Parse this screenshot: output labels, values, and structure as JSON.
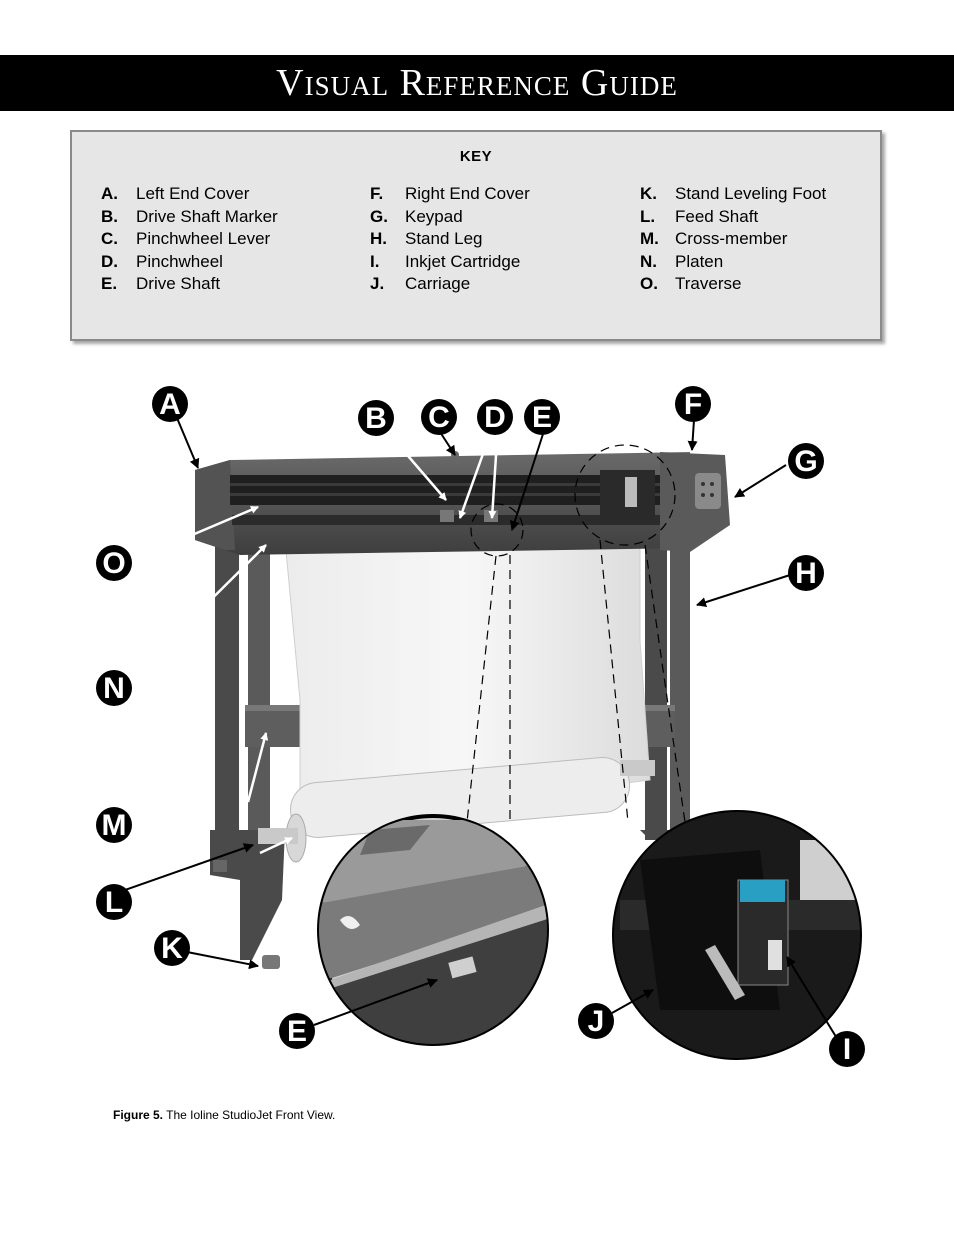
{
  "title": "Visual Reference Guide",
  "key": {
    "heading": "KEY",
    "columns": [
      [
        {
          "letter": "A.",
          "label": "Left End Cover"
        },
        {
          "letter": "B.",
          "label": "Drive Shaft Marker"
        },
        {
          "letter": "C.",
          "label": "Pinchwheel Lever"
        },
        {
          "letter": "D.",
          "label": "Pinchwheel"
        },
        {
          "letter": "E.",
          "label": "Drive Shaft"
        }
      ],
      [
        {
          "letter": "F.",
          "label": "Right End Cover"
        },
        {
          "letter": "G.",
          "label": "Keypad"
        },
        {
          "letter": "H.",
          "label": "Stand Leg"
        },
        {
          "letter": "I.",
          "label": "Inkjet Cartridge"
        },
        {
          "letter": "J.",
          "label": "Carriage"
        }
      ],
      [
        {
          "letter": "K.",
          "label": "Stand Leveling Foot"
        },
        {
          "letter": "L.",
          "label": "Feed Shaft"
        },
        {
          "letter": "M.",
          "label": "Cross-member"
        },
        {
          "letter": "N.",
          "label": "Platen"
        },
        {
          "letter": "O.",
          "label": "Traverse"
        }
      ]
    ]
  },
  "callouts": {
    "A": "A",
    "B": "B",
    "C": "C",
    "D": "D",
    "E": "E",
    "E2": "E",
    "F": "F",
    "G": "G",
    "H": "H",
    "I": "I",
    "J": "J",
    "K": "K",
    "L": "L",
    "M": "M",
    "N": "N",
    "O": "O"
  },
  "caption": {
    "figure_label": "Figure 5.",
    "text": "The Ioline StudioJet Front View."
  }
}
